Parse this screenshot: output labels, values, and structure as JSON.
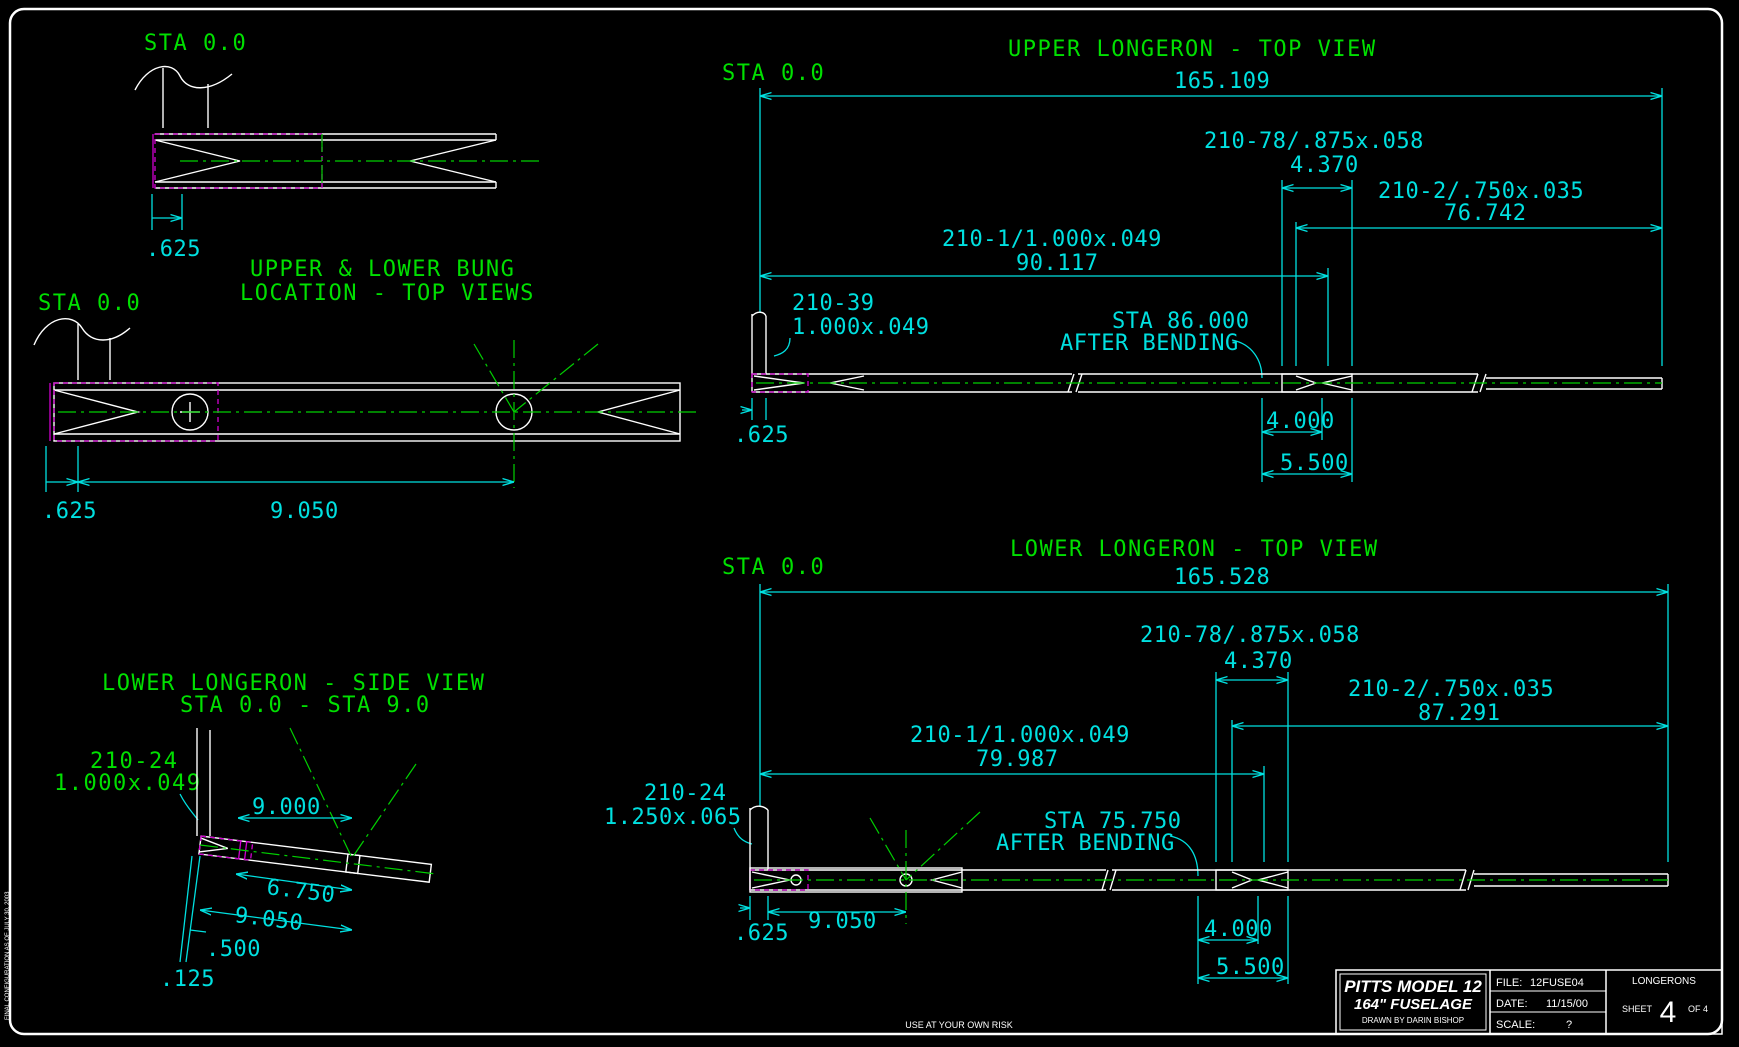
{
  "colors": {
    "background": "#000000",
    "outline": "#ffffff",
    "dimension": "#00e0e0",
    "label": "#00e000",
    "hidden": "#d000d0"
  },
  "bung_detail": {
    "sta_label": "STA 0.0",
    "dim_offset": ".625"
  },
  "bung_location": {
    "title_line1": "UPPER & LOWER BUNG",
    "title_line2": "LOCATION - TOP VIEWS",
    "sta_label": "STA 0.0",
    "dim_offset": ".625",
    "dim_length": "9.050"
  },
  "side_view": {
    "title_line1": "LOWER LONGERON - SIDE VIEW",
    "title_line2": "STA 0.0 - STA 9.0",
    "part_number": "210-24",
    "tube_size": "1.000x.049",
    "dim_9000": "9.000",
    "dim_6750": "6.750",
    "dim_9050": "9.050",
    "dim_500": ".500",
    "dim_125": ".125"
  },
  "upper": {
    "title": "UPPER LONGERON - TOP VIEW",
    "sta_label": "STA 0.0",
    "overall": "165.109",
    "sleeve_part": "210-78/.875x.058",
    "sleeve_len": "4.370",
    "aft_part": "210-2/.750x.035",
    "aft_len": "76.742",
    "fwd_part": "210-1/1.000x.049",
    "fwd_len": "90.117",
    "stub_part": "210-39",
    "stub_size": "1.000x.049",
    "bend_sta": "STA 86.000",
    "bend_note": "AFTER BENDING",
    "dim_offset": ".625",
    "dim_4000": "4.000",
    "dim_5500": "5.500"
  },
  "lower": {
    "title": "LOWER LONGERON - TOP VIEW",
    "sta_label": "STA 0.0",
    "overall": "165.528",
    "sleeve_part": "210-78/.875x.058",
    "sleeve_len": "4.370",
    "aft_part": "210-2/.750x.035",
    "aft_len": "87.291",
    "fwd_part": "210-1/1.000x.049",
    "fwd_len": "79.987",
    "stub_part": "210-24",
    "stub_size": "1.250x.065",
    "bend_sta": "STA 75.750",
    "bend_note": "AFTER BENDING",
    "dim_offset": ".625",
    "dim_9050": "9.050",
    "dim_4000": "4.000",
    "dim_5500": "5.500"
  },
  "title_block": {
    "model": "PITTS MODEL 12",
    "subtitle": "164\" FUSELAGE",
    "drawn_by": "DRAWN BY DARIN BISHOP",
    "file_label": "FILE:",
    "file_value": "12FUSE04",
    "date_label": "DATE:",
    "date_value": "11/15/00",
    "scale_label": "SCALE:",
    "scale_value": "?",
    "sheet_title": "LONGERONS",
    "sheet_label": "SHEET",
    "sheet_number": "4",
    "sheet_of": "OF 4"
  },
  "footer_note": "USE AT YOUR OWN RISK",
  "margin_note": "FINAL CONFIGURATION AS OF JULY 30, 2003"
}
